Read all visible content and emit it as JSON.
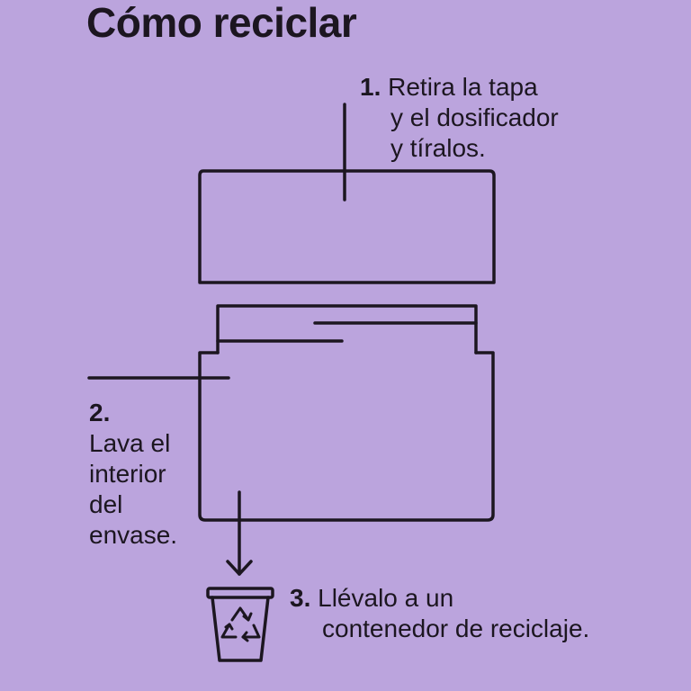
{
  "title": "Cómo reciclar",
  "steps": [
    {
      "number": "1.",
      "lines": [
        "Retira la tapa",
        "y el dosificador",
        "y tíralos."
      ]
    },
    {
      "number": "2.",
      "lines": [
        "Lava el",
        "interior",
        "del",
        "envase."
      ]
    },
    {
      "number": "3.",
      "lines": [
        "Llévalo a un",
        "contenedor de reciclaje."
      ]
    }
  ],
  "icons": [
    "recycle-bin-icon",
    "recycle-symbol-icon",
    "arrow-down-icon"
  ],
  "colors": {
    "background": "#bba4dd",
    "ink": "#1c1620"
  }
}
